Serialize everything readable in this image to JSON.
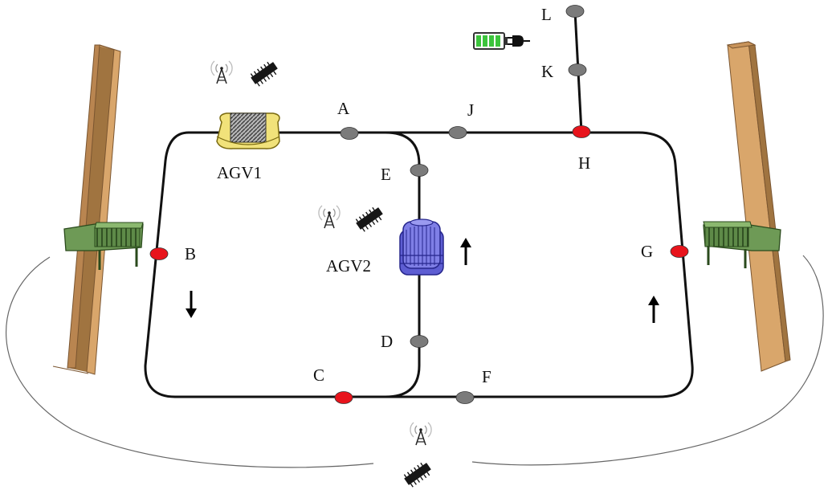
{
  "nodes": {
    "A": {
      "label": "A",
      "status": "gray"
    },
    "B": {
      "label": "B",
      "status": "red"
    },
    "C": {
      "label": "C",
      "status": "red"
    },
    "D": {
      "label": "D",
      "status": "gray"
    },
    "E": {
      "label": "E",
      "status": "gray"
    },
    "F": {
      "label": "F",
      "status": "gray"
    },
    "G": {
      "label": "G",
      "status": "red"
    },
    "H": {
      "label": "H",
      "status": "red"
    },
    "J": {
      "label": "J",
      "status": "gray"
    },
    "K": {
      "label": "K",
      "status": "gray"
    },
    "L": {
      "label": "L",
      "status": "gray"
    }
  },
  "vehicles": {
    "agv1": {
      "label": "AGV1"
    },
    "agv2": {
      "label": "AGV2"
    }
  },
  "colors": {
    "red_node": "#e8141c",
    "gray_node": "#7b7b7b",
    "track": "#111111",
    "wall": "#d9a66b",
    "wall_dark": "#a07440",
    "station": "#6e9a56",
    "agv1": "#f1e27a",
    "agv2": "#7f7fe6",
    "battery": "#3cc43c"
  },
  "icons": [
    "antenna-icon",
    "chip-icon",
    "battery-icon",
    "plug-icon",
    "arrow-down-icon",
    "arrow-up-icon"
  ]
}
